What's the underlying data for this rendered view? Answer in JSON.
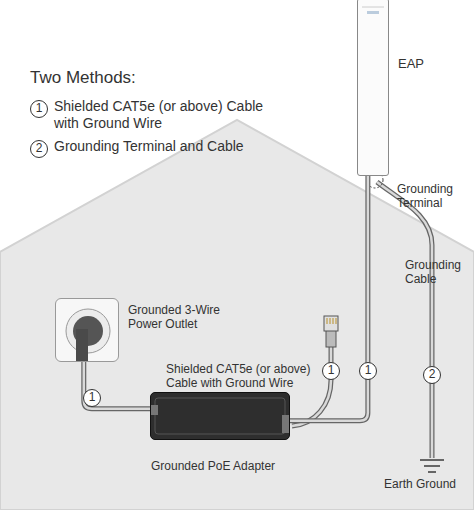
{
  "diagram": {
    "title": "Two Methods:",
    "nodes": [
      {
        "text": [
          "EAP"
        ]
      },
      {
        "text": [
          "Grounded 3-Wire Power Outlet"
        ]
      },
      {
        "text": [
          "Grounded PoE Adapter"
        ]
      }
    ],
    "edges": [
      {
        "from": 1,
        "to": 2,
        "arrow": "none"
      },
      {
        "from": 2,
        "to": 0,
        "arrow": "none"
      }
    ],
    "labels": [
      "1",
      "Shielded CAT5e (or above) Cable with Ground Wire",
      "2",
      "Grounding Terminal and Cable",
      "Grounding Terminal",
      "Grounding Cable",
      "Shielded CAT5e (or above) Cable with Ground Wire",
      "1",
      "1",
      "1",
      "2",
      "Earth Ground"
    ]
  }
}
